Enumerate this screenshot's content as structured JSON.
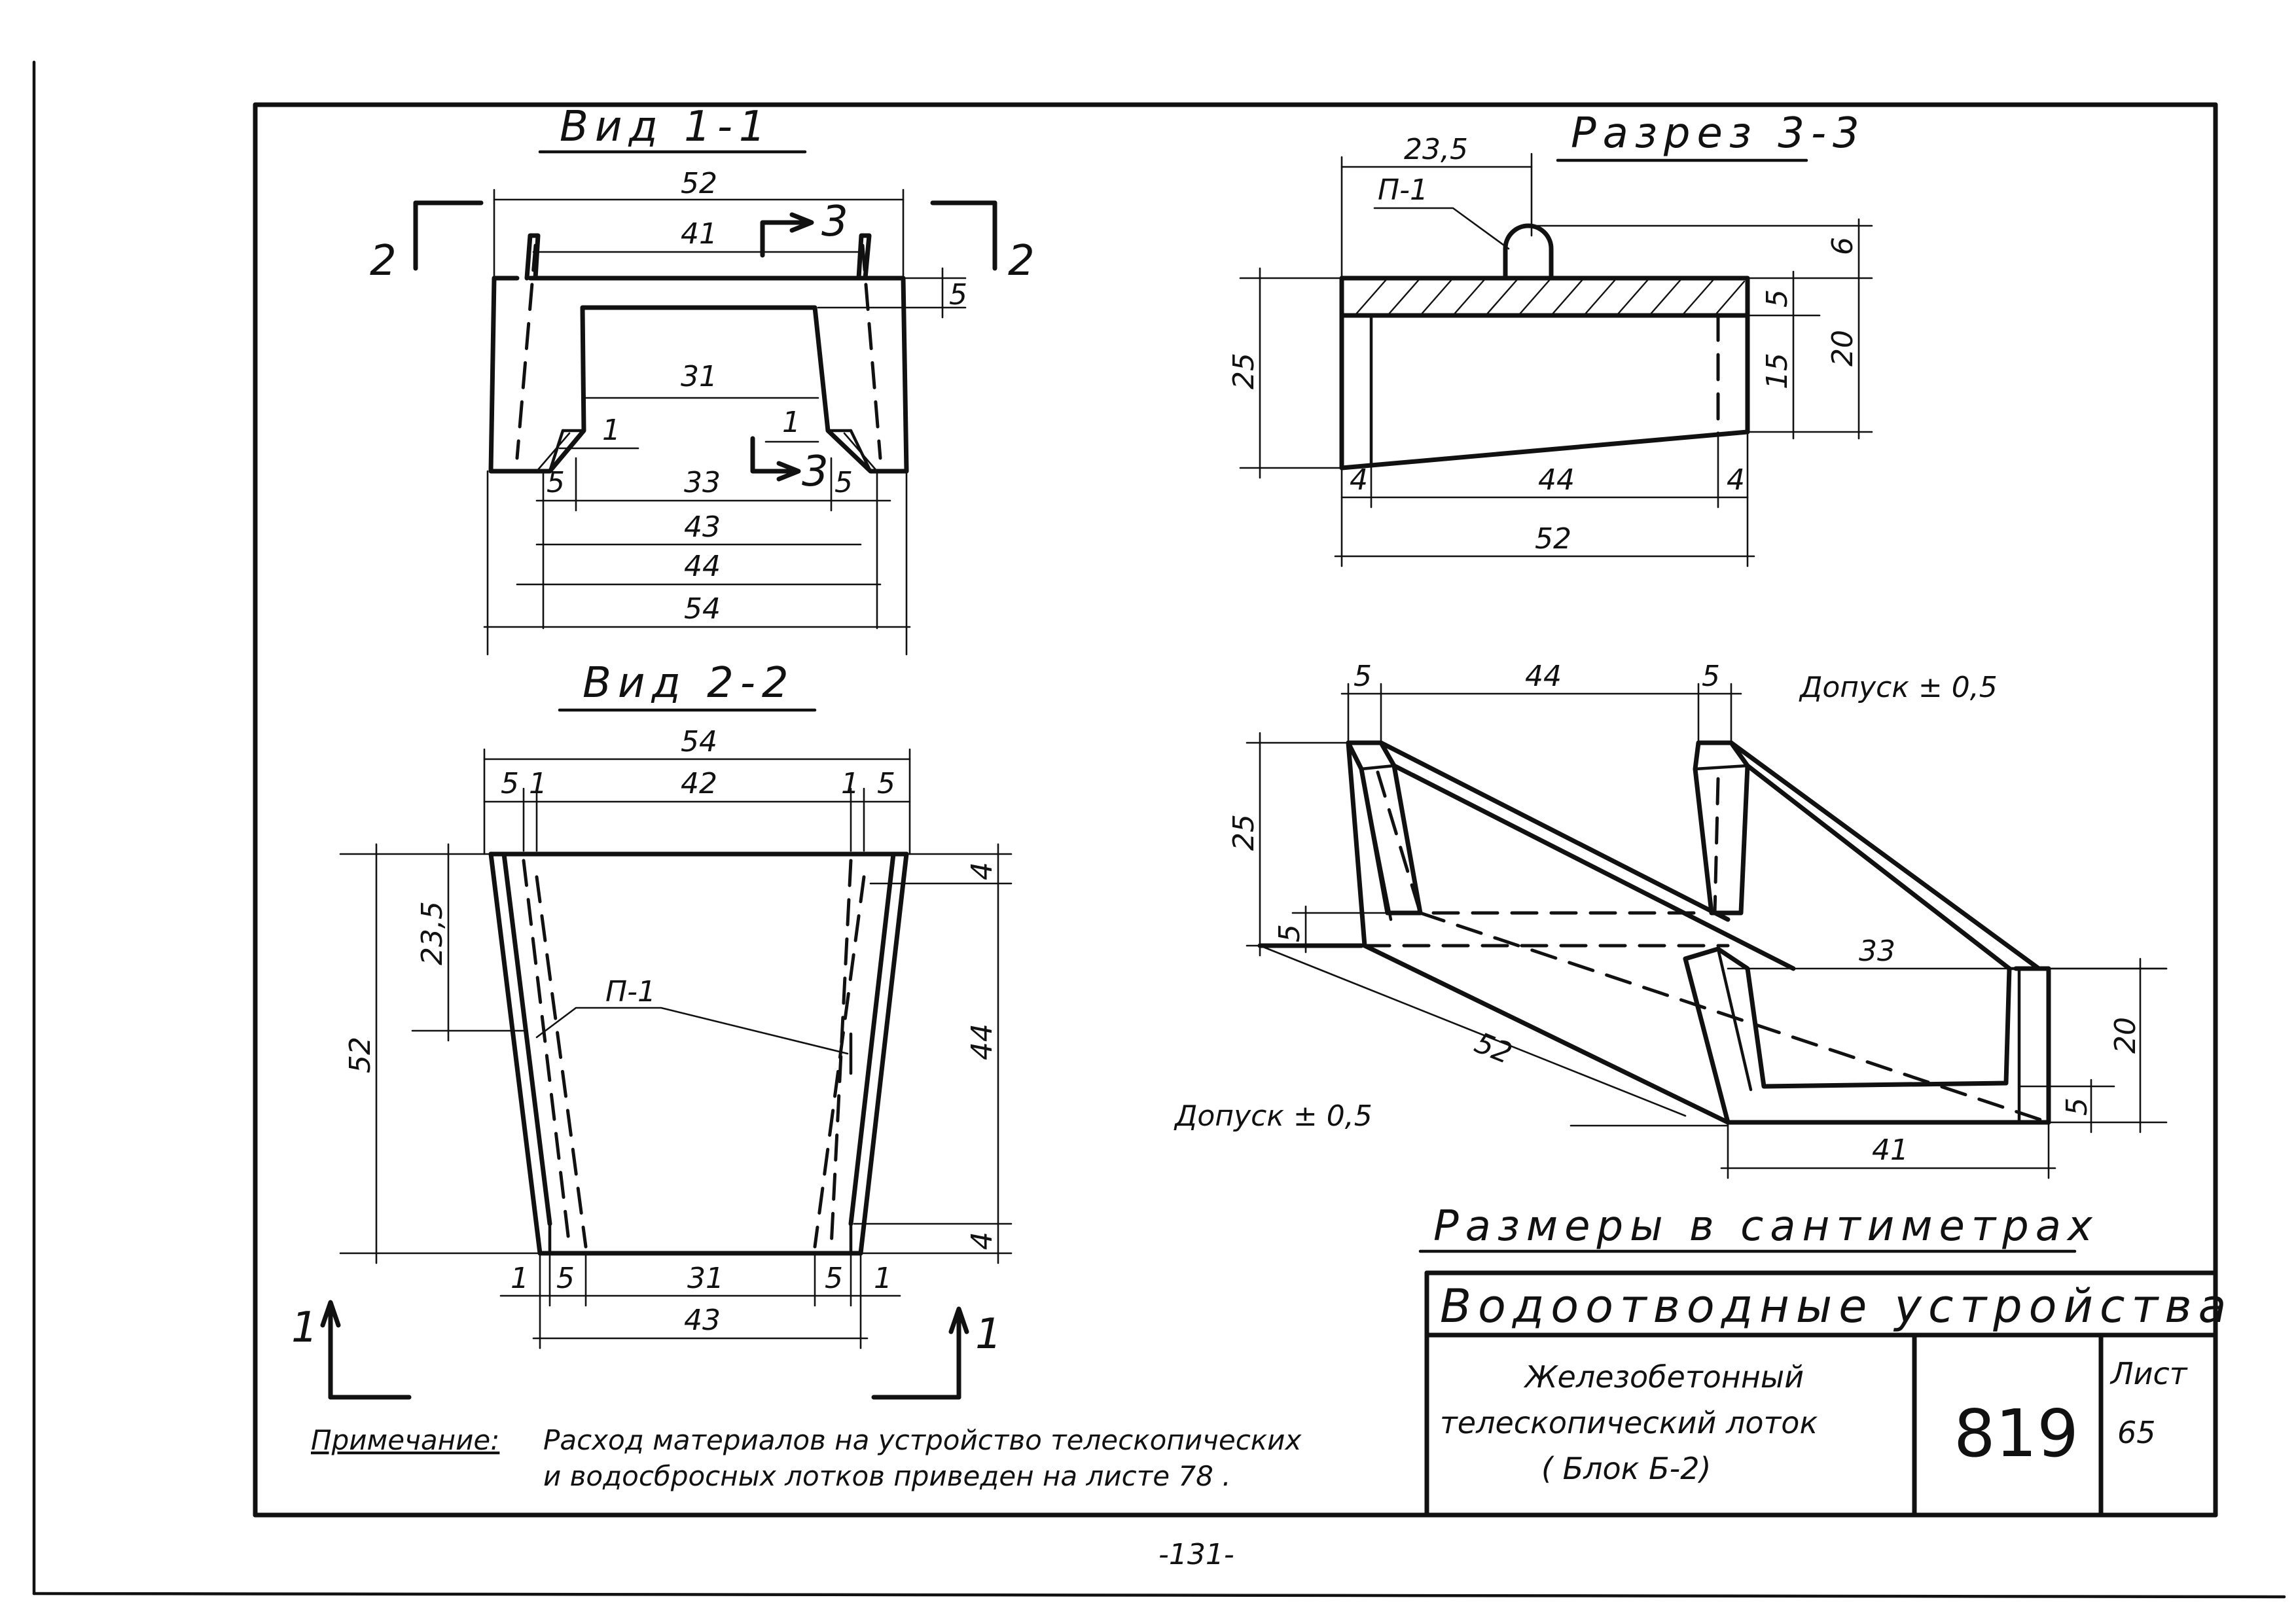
{
  "views": {
    "view11_title": "Вид 1-1",
    "view22_title": "Вид 2-2",
    "section33_title": "Разрез 3-3"
  },
  "view11": {
    "d52": "52",
    "d41": "41",
    "d31": "31",
    "d5top": "5",
    "d1a": "1",
    "d1b": "1",
    "d5a": "5",
    "d5b": "5",
    "d33": "33",
    "d43": "43",
    "d44": "44",
    "d54": "54",
    "mark2l": "2",
    "mark2r": "2",
    "mark3t": "3",
    "mark3b": "3"
  },
  "section33": {
    "d235": "23,5",
    "p1": "П-1",
    "d6": "6",
    "d5": "5",
    "d15": "15",
    "d20": "20",
    "d25": "25",
    "d4a": "4",
    "d44": "44",
    "d4b": "4",
    "d52": "52"
  },
  "view22": {
    "d54": "54",
    "d5a": "5",
    "d1a": "1",
    "d42": "42",
    "d1b": "1",
    "d5b": "5",
    "d235": "23,5",
    "d52": "52",
    "p1": "П-1",
    "d4top": "4",
    "d44": "44",
    "d4bot": "4",
    "b1a": "1",
    "b5a": "5",
    "b31": "31",
    "b5b": "5",
    "b1b": "1",
    "b43": "43",
    "mark1l": "1",
    "mark1r": "1"
  },
  "iso": {
    "d5a": "5",
    "d44": "44",
    "d5b": "5",
    "d25": "25",
    "d5side": "5",
    "d33": "33",
    "d52": "52",
    "d20": "20",
    "d5r": "5",
    "d41": "41",
    "tol_top": "Допуск ± 0,5",
    "tol_bottom": "Допуск ± 0,5"
  },
  "units_note": "Размеры в сантиметрах",
  "note": {
    "label": "Примечание:",
    "line1": "Расход материалов на устройство телескопических",
    "line2": "и водосбросных лотков приведен на листе 78 ."
  },
  "stamp": {
    "title": "Водоотводные устройства",
    "desc1": "Железобетонный",
    "desc2": "телескопический лоток",
    "desc3": "( Блок Б-2)",
    "number": "819",
    "sheet_label": "Лист",
    "sheet_no": "65"
  },
  "page_number": "-131-"
}
